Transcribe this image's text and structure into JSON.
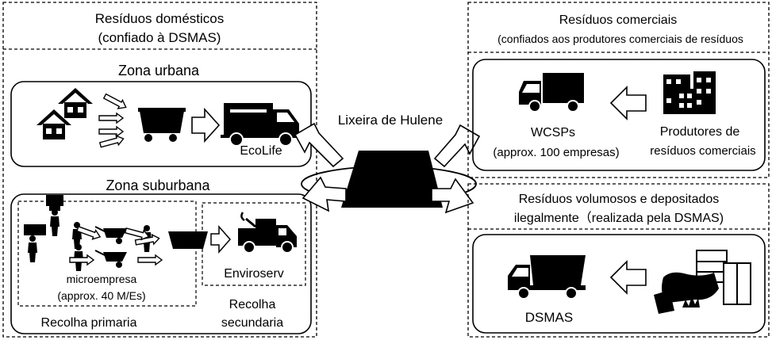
{
  "left_panel": {
    "title_line1": "Resíduos domésticos",
    "title_line2": "(confiado à DSMAS)",
    "urban": {
      "title": "Zona urbana",
      "truck_label": "EcoLife"
    },
    "suburban": {
      "title": "Zona suburbana",
      "micro_line1": "microempresa",
      "micro_line2": "(approx. 40 M/Es)",
      "tow_label": "Enviroserv",
      "primary_label": "Recolha primaria",
      "secondary_line1": "Recolha",
      "secondary_line2": "secundaria"
    }
  },
  "center": {
    "landfill_label": "Lixeira de Hulene"
  },
  "right_top": {
    "title_line1": "Resíduos comerciais",
    "title_line2": "(confiados aos produtores comerciais de resíduos",
    "wcsp_line1": "WCSPs",
    "wcsp_line2": "(approx. 100 empresas)",
    "producer_line1": "Produtores de",
    "producer_line2": "resíduos comerciais"
  },
  "right_bottom": {
    "title_line1": "Resíduos volumosos e depositados",
    "title_line2": "ilegalmente（realizada pela DSMAS)",
    "truck_label": "DSMAS"
  },
  "icons": [
    "house-icon",
    "bin-cart-icon",
    "garbage-truck-icon",
    "person-icon",
    "wheelbarrow-icon",
    "container-icon",
    "tow-truck-icon",
    "dump-truck-icon",
    "buildings-icon",
    "furniture-icon",
    "landfill-icon"
  ]
}
